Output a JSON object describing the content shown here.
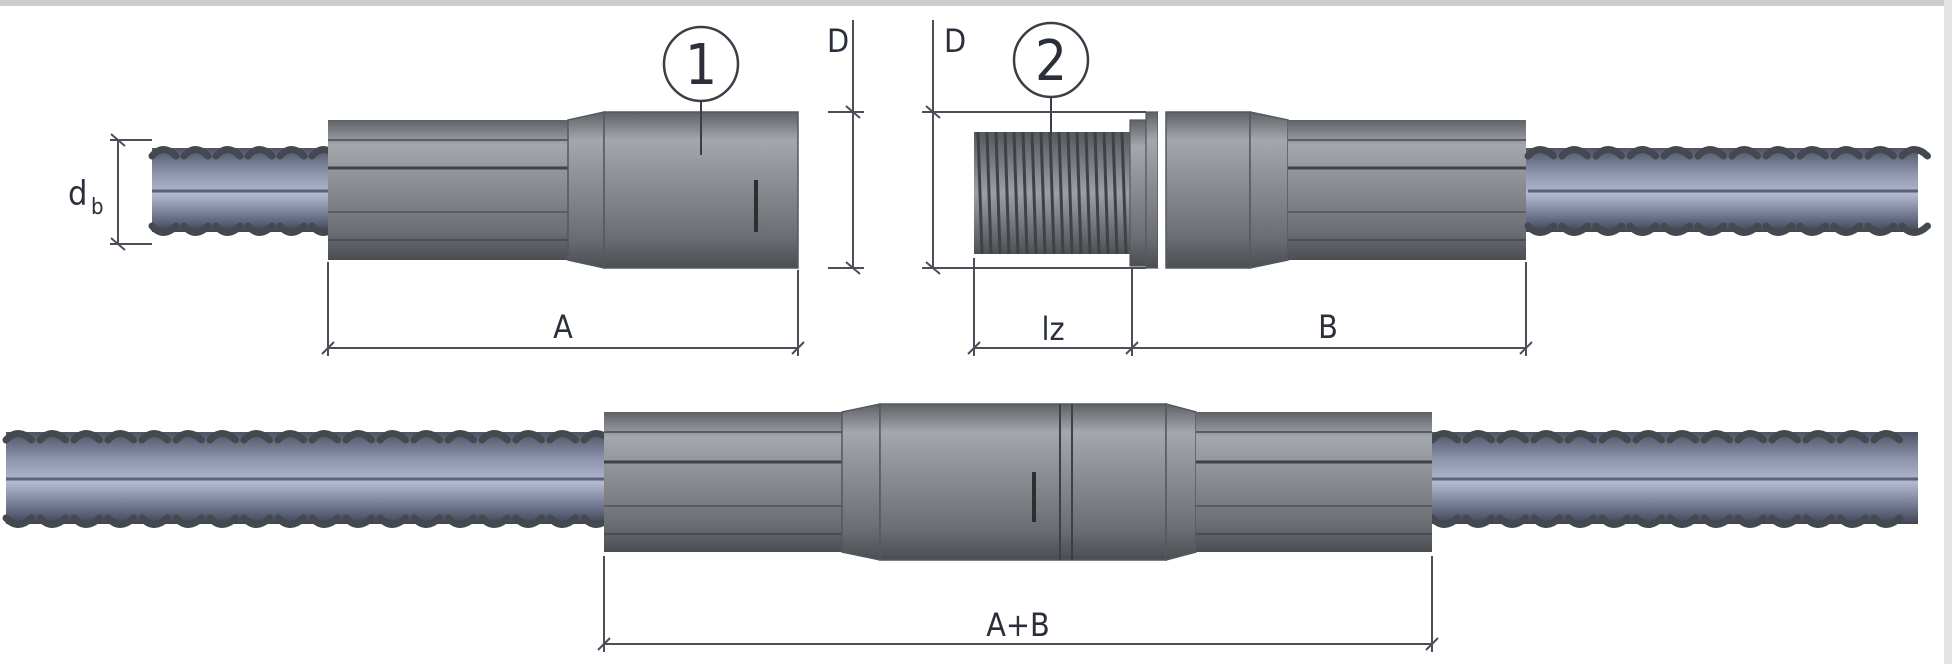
{
  "labels": {
    "part1": "1",
    "part2": "2",
    "diameter_left": "D",
    "diameter_right": "D",
    "bar_diameter": "d",
    "bar_diameter_sub": "b",
    "length_a": "A",
    "length_b": "B",
    "thread_length": "lz",
    "length_total": "A+B"
  },
  "colors": {
    "coupler": "#7c7f84",
    "coupler_light": "#a9acb0",
    "rebar": "#7d849c",
    "rebar_ribs": "#44484f",
    "frame": "#c9c9c9",
    "dimension_lines": "#4a4f58"
  }
}
